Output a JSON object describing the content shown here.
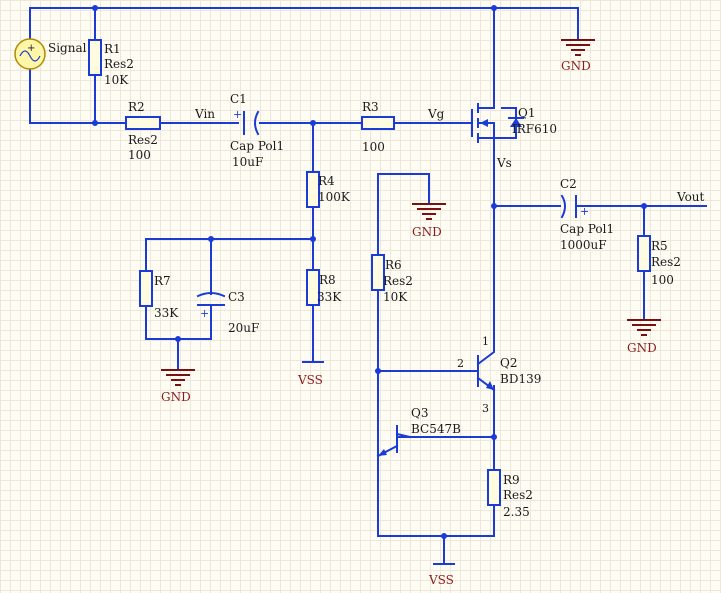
{
  "components": {
    "signal": {
      "label": "Signal"
    },
    "r1": {
      "ref": "R1",
      "type": "Res2",
      "value": "10K"
    },
    "r2": {
      "ref": "R2",
      "type": "Res2",
      "value": "100"
    },
    "c1": {
      "ref": "C1",
      "type": "Cap Pol1",
      "value": "10uF"
    },
    "r3": {
      "ref": "R3",
      "value": "100"
    },
    "r4": {
      "ref": "R4",
      "value": "100K"
    },
    "r7": {
      "ref": "R7",
      "value": "33K"
    },
    "c3": {
      "ref": "C3",
      "value": "20uF"
    },
    "r8": {
      "ref": "R8",
      "value": "33K"
    },
    "q1": {
      "ref": "Q1",
      "part": "IRF610"
    },
    "r6": {
      "ref": "R6",
      "type": "Res2",
      "value": "10K"
    },
    "c2": {
      "ref": "C2",
      "type": "Cap Pol1",
      "value": "1000uF"
    },
    "r5": {
      "ref": "R5",
      "type": "Res2",
      "value": "100"
    },
    "q2": {
      "ref": "Q2",
      "part": "BD139",
      "pins": [
        "1",
        "2",
        "3"
      ]
    },
    "q3": {
      "ref": "Q3",
      "part": "BC547B"
    },
    "r9": {
      "ref": "R9",
      "type": "Res2",
      "value": "2.35"
    }
  },
  "nets": {
    "vin": "Vin",
    "vg": "Vg",
    "vs": "Vs",
    "vout": "Vout",
    "gnd": "GND",
    "vss": "VSS"
  },
  "colors": {
    "wire": "#1a3bd6",
    "power_label": "#8b1a1a",
    "text": "#1a1a1a",
    "component_fill": "#fffbe0",
    "background": "#fffdf3"
  }
}
